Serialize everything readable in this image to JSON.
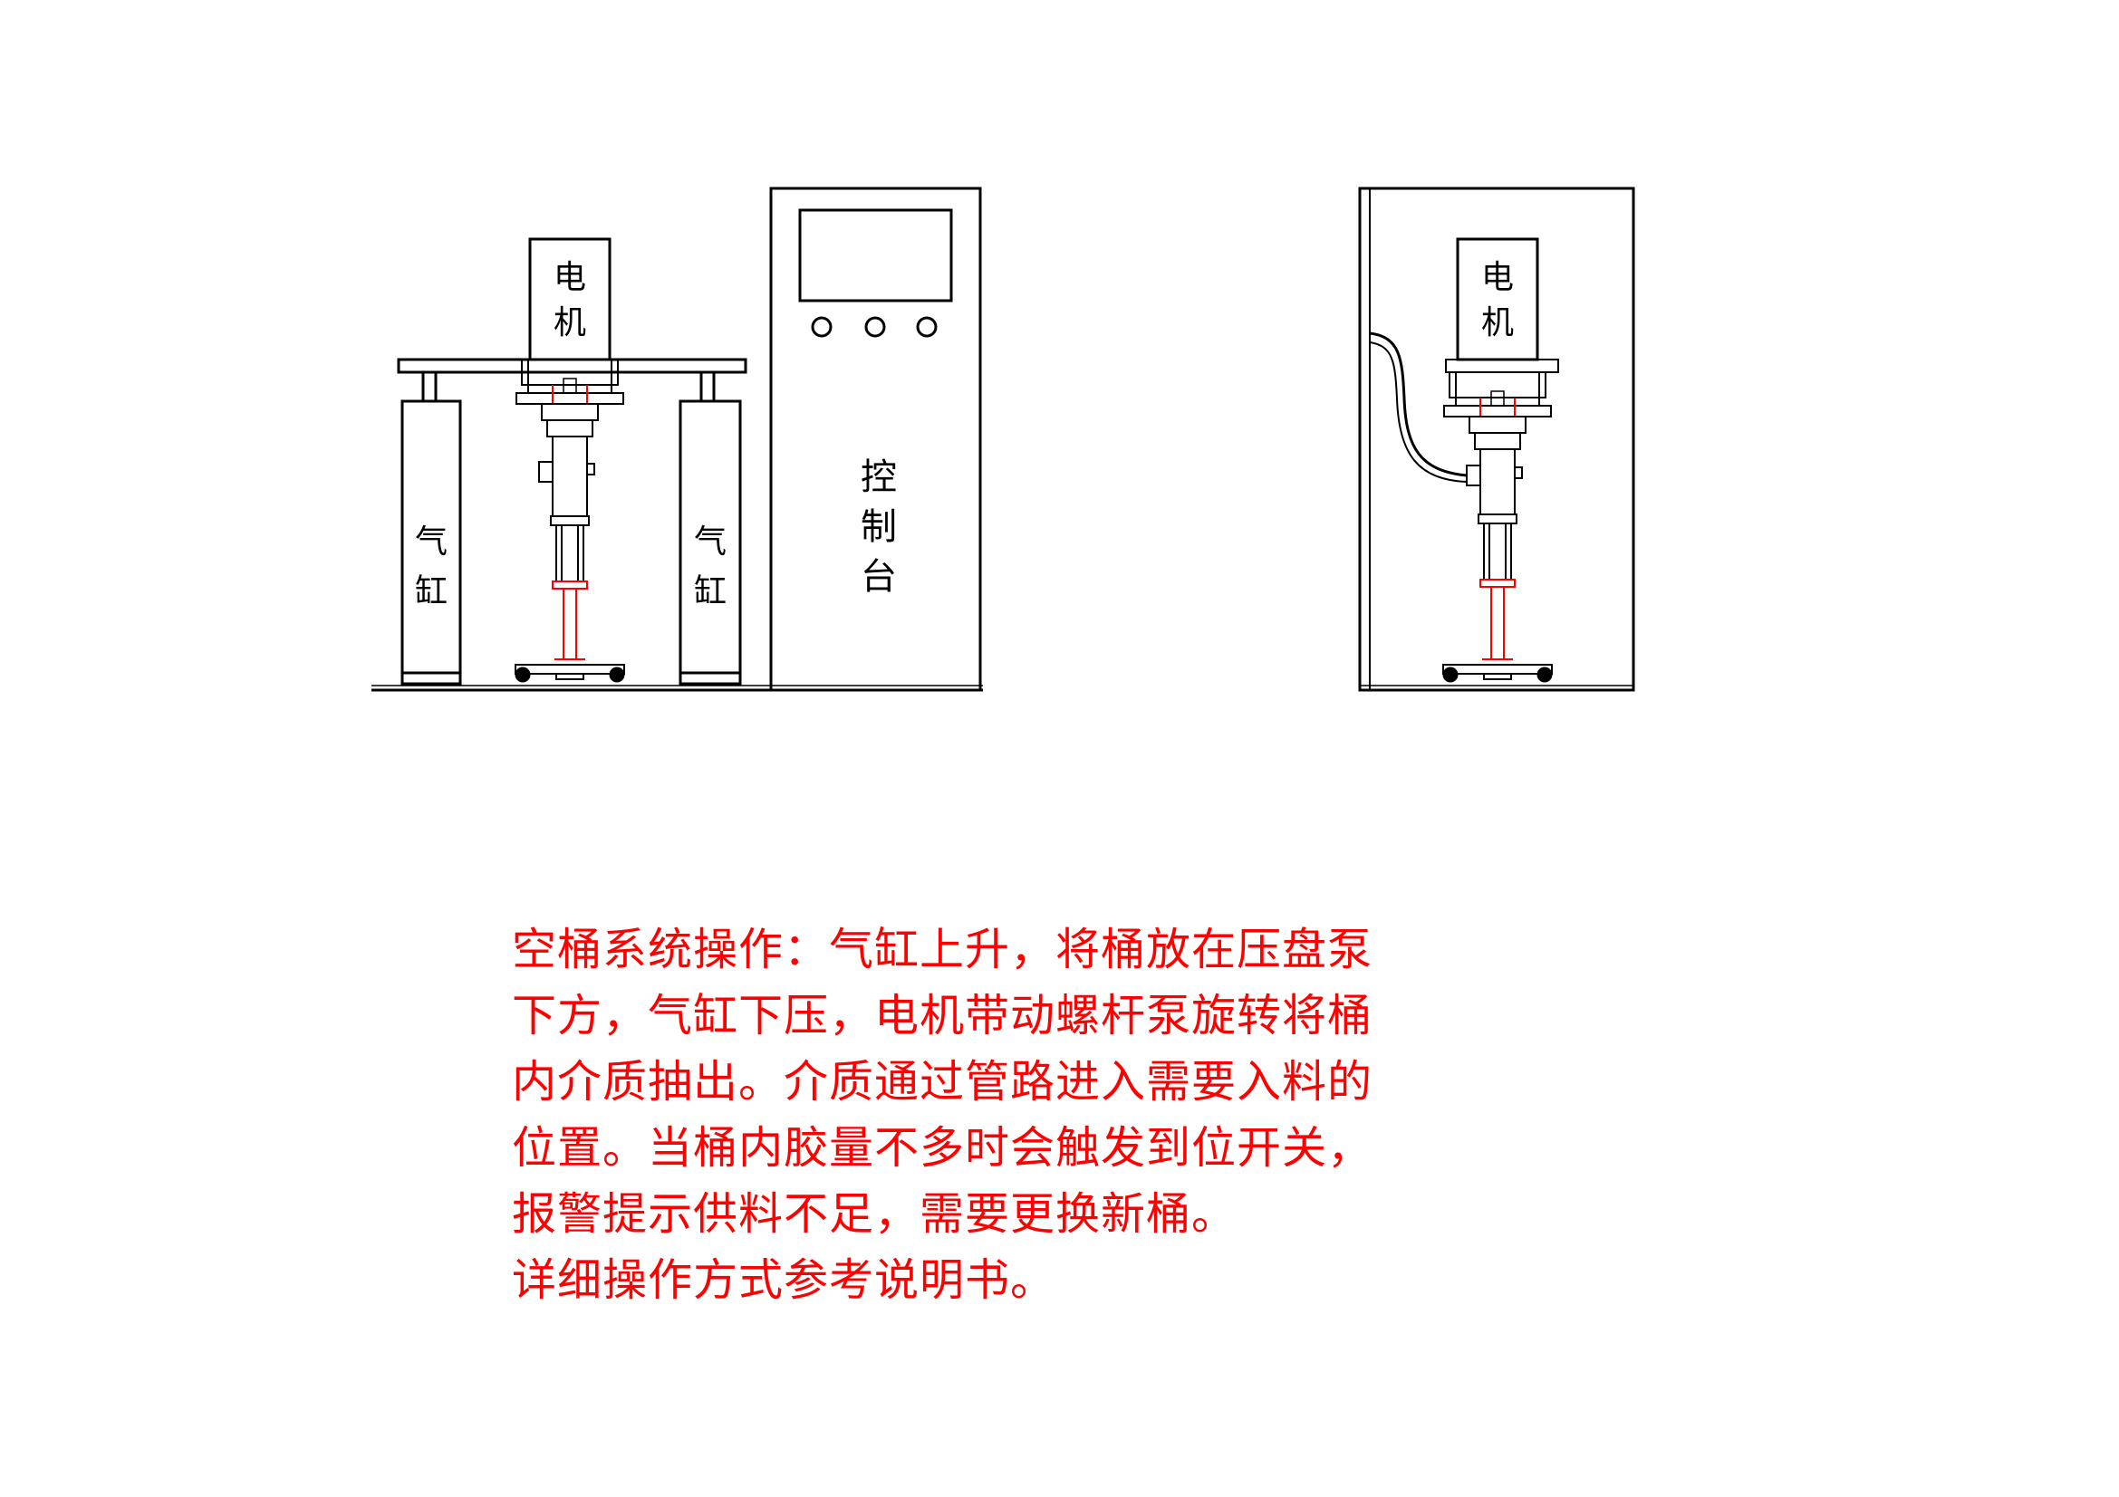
{
  "left_unit": {
    "motor_label": [
      "电",
      "机"
    ],
    "cylinder_left_label": [
      "气",
      "缸"
    ],
    "cylinder_right_label": [
      "气",
      "缸"
    ],
    "console_label": [
      "控",
      "制",
      "台"
    ]
  },
  "right_unit": {
    "motor_label": [
      "电",
      "机"
    ]
  },
  "colors": {
    "line": "#000000",
    "accent": "#ff0000",
    "text_highlight": "#ff0000"
  },
  "description": {
    "lines": [
      "空桶系统操作：气缸上升，将桶放在压盘泵",
      "下方，气缸下压，电机带动螺杆泵旋转将桶",
      "内介质抽出。介质通过管路进入需要入料的",
      "位置。当桶内胶量不多时会触发到位开关，",
      "报警提示供料不足，需要更换新桶。",
      "详细操作方式参考说明书。"
    ]
  }
}
